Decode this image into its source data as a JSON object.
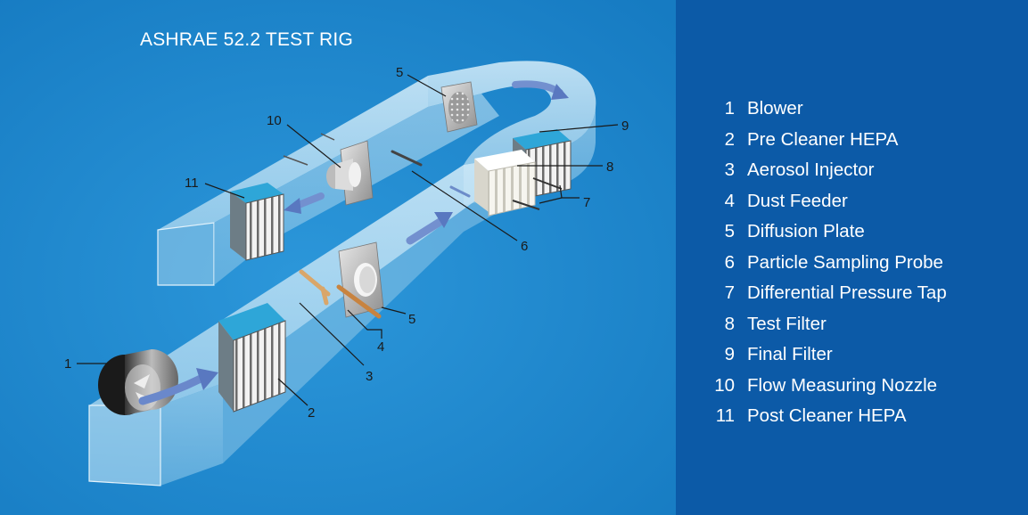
{
  "title": "ASHRAE 52.2 TEST RIG",
  "legend": [
    {
      "num": "1",
      "label": "Blower"
    },
    {
      "num": "2",
      "label": "Pre Cleaner HEPA"
    },
    {
      "num": "3",
      "label": "Aerosol Injector"
    },
    {
      "num": "4",
      "label": "Dust Feeder"
    },
    {
      "num": "5",
      "label": "Diffusion Plate"
    },
    {
      "num": "6",
      "label": "Particle Sampling Probe"
    },
    {
      "num": "7",
      "label": "Differential Pressure Tap"
    },
    {
      "num": "8",
      "label": "Test Filter"
    },
    {
      "num": "9",
      "label": "Final Filter"
    },
    {
      "num": "10",
      "label": "Flow Measuring Nozzle"
    },
    {
      "num": "11",
      "label": "Post Cleaner HEPA"
    }
  ],
  "callouts": {
    "blower": "1",
    "pre_cleaner": "2",
    "aerosol_injector": "3",
    "dust_feeder": "4",
    "diffusion_plate_lower": "5",
    "diffusion_plate_upper": "5",
    "sampling_probe": "6",
    "pressure_tap": "7",
    "test_filter": "8",
    "final_filter": "9",
    "flow_nozzle": "10",
    "post_cleaner": "11"
  },
  "colors": {
    "background": "#2289cf",
    "panel": "#0c5aa7",
    "duct": "#bfe0f2",
    "arrow": "#5e7fc4",
    "filter_cap": "#2ea6d8",
    "text": "#ffffff"
  }
}
